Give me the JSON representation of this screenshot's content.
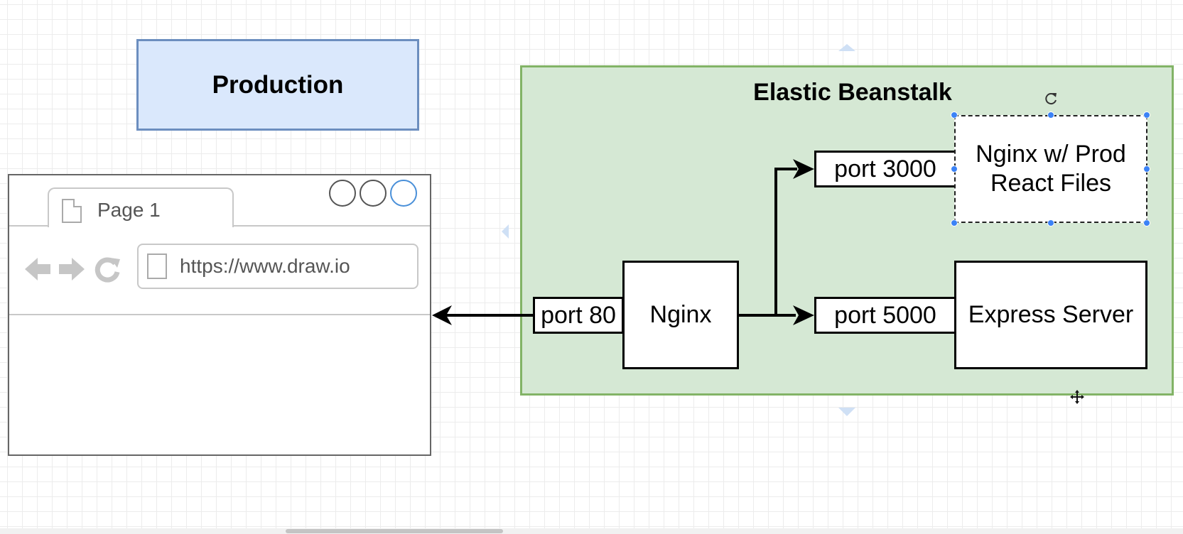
{
  "production_label": "Production",
  "browser": {
    "tab_label": "Page 1",
    "url": "https://www.draw.io"
  },
  "container_title": "Elastic Beanstalk",
  "nodes": {
    "port80": "port 80",
    "nginx": "Nginx",
    "port3000": "port 3000",
    "nginx_prod": "Nginx w/ Prod React Files",
    "port5000": "port 5000",
    "express": "Express Server"
  },
  "selected_node": "nginx_prod",
  "colors": {
    "production_fill": "#dae8fc",
    "production_stroke": "#6c8ebf",
    "container_fill": "#d5e8d4",
    "container_stroke": "#82b366",
    "selection_handle": "#3b82f6"
  }
}
